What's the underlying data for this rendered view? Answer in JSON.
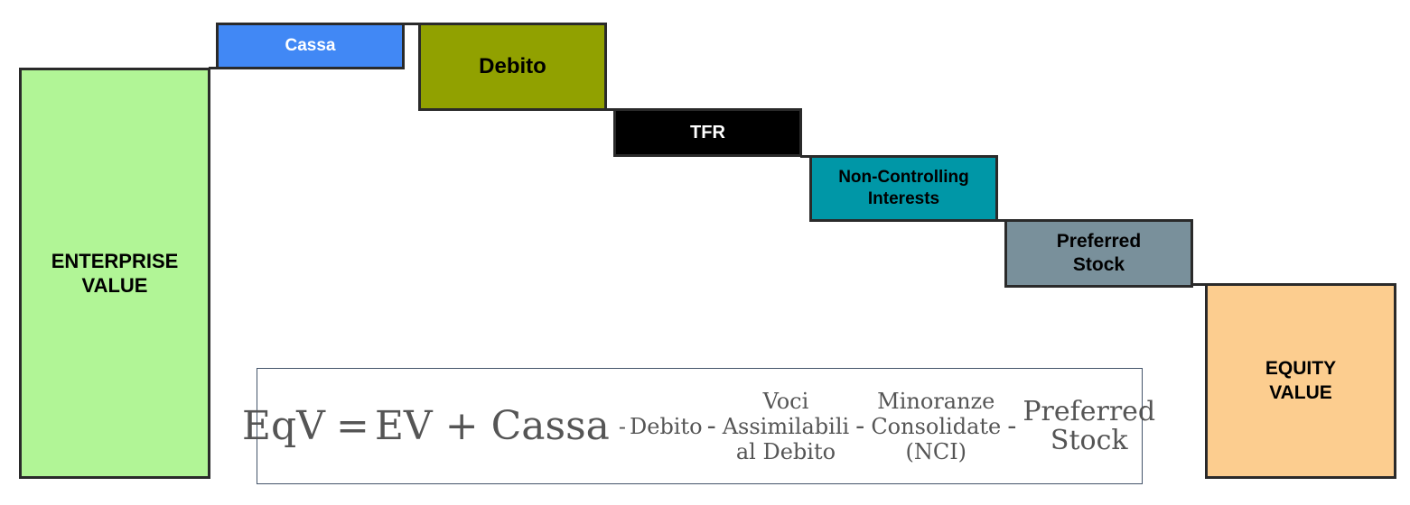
{
  "boxes": {
    "enterprise_value": "ENTERPRISE\nVALUE",
    "cassa": "Cassa",
    "debito": "Debito",
    "tfr": "TFR",
    "nci": "Non-Controlling\nInterests",
    "preferred_stock": "Preferred\nStock",
    "equity_value": "EQUITY\nVALUE"
  },
  "formula": {
    "lhs": "EqV",
    "eq": "=",
    "ev": "EV",
    "plus": "+",
    "cassa": "Cassa",
    "minus": "-",
    "debito": "Debito",
    "voci": "Voci\nAssimilabili\nal Debito",
    "minoranze": "Minoranze\nConsolidate\n(NCI)",
    "preferred": "Preferred\nStock"
  },
  "colors": {
    "enterprise_value": "#b1f596",
    "cassa": "#4188f5",
    "debito": "#91a100",
    "tfr": "#000000",
    "nci": "#0097a7",
    "preferred_stock": "#79909b",
    "equity_value": "#fccd8f"
  }
}
